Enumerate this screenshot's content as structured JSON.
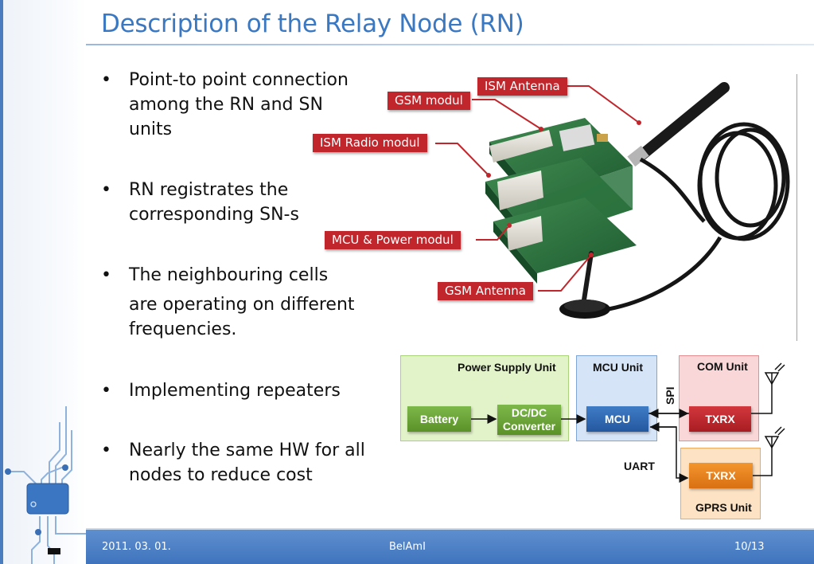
{
  "slide": {
    "title": "Description of the Relay Node (RN)",
    "bullet_symbol": "•",
    "bullets": [
      {
        "lines": [
          "Point-to point connection",
          "among the RN and SN",
          "units"
        ]
      },
      {
        "lines": [
          "RN registrates the",
          "corresponding SN-s"
        ]
      },
      {
        "lines": [
          "The neighbouring cells",
          "are operating on different",
          "frequencies."
        ]
      },
      {
        "lines": [
          "Implementing repeaters"
        ]
      },
      {
        "lines": [
          "Nearly the same HW for all",
          "nodes to reduce cost"
        ]
      }
    ]
  },
  "photo": {
    "callouts": {
      "ism_antenna": "ISM Antenna",
      "gsm_modul": "GSM modul",
      "ism_radio": "ISM Radio modul",
      "mcu_power": "MCU & Power modul",
      "gsm_antenna": "GSM Antenna"
    },
    "callout_color": "#c0262c"
  },
  "diagram": {
    "power_unit_title": "Power Supply Unit",
    "mcu_unit_title": "MCU Unit",
    "com_unit_title": "COM Unit",
    "gprs_unit_title": "GPRS Unit",
    "battery": "Battery",
    "dcdc_line1": "DC/DC",
    "dcdc_line2": "Converter",
    "mcu": "MCU",
    "txrx_com": "TXRX",
    "txrx_gprs": "TXRX",
    "spi": "SPI",
    "uart": "UART",
    "colors": {
      "power_bg": "#e2f2c9",
      "power_block": "#6fa437",
      "mcu_bg": "#d6e4f7",
      "mcu_block": "#2f68b3",
      "com_bg": "#f9d6d7",
      "com_block": "#c0262c",
      "gprs_bg": "#fde3c4",
      "gprs_block": "#e8801e"
    }
  },
  "footer": {
    "date": "2011. 03. 01.",
    "center": "BelAmI",
    "page": "10/13"
  }
}
